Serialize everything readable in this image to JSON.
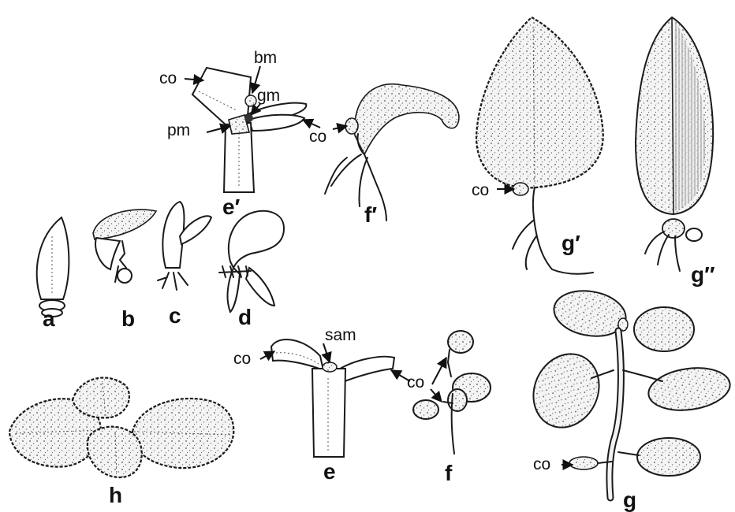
{
  "panels": {
    "a": "a",
    "b": "b",
    "c": "c",
    "d": "d",
    "e": "e",
    "f": "f",
    "g": "g",
    "h": "h",
    "e_prime": "e′",
    "f_prime": "f′",
    "g_prime": "g′",
    "g_double_prime": "g″"
  },
  "annotations": {
    "co": "co",
    "bm": "bm",
    "gm": "gm",
    "pm": "pm",
    "sam": "sam"
  }
}
